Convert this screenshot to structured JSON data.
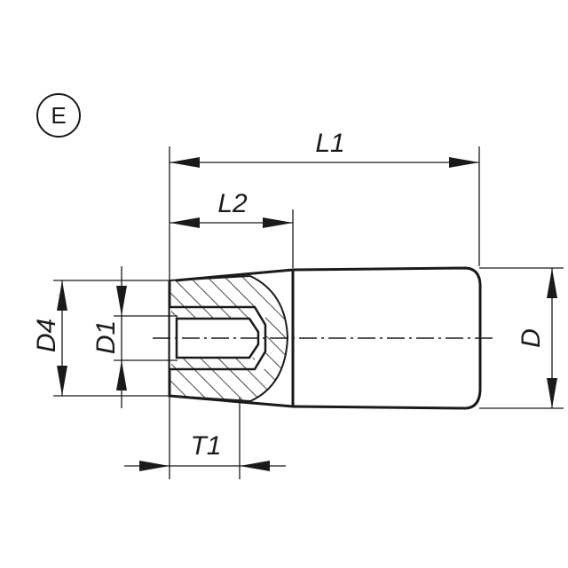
{
  "variant_badge": "E",
  "dimensions": {
    "L1": "L1",
    "L2": "L2",
    "D4": "D4",
    "D1": "D1",
    "D": "D",
    "T1": "T1"
  },
  "colors": {
    "line": "#1a1a1a",
    "background": "#ffffff"
  }
}
